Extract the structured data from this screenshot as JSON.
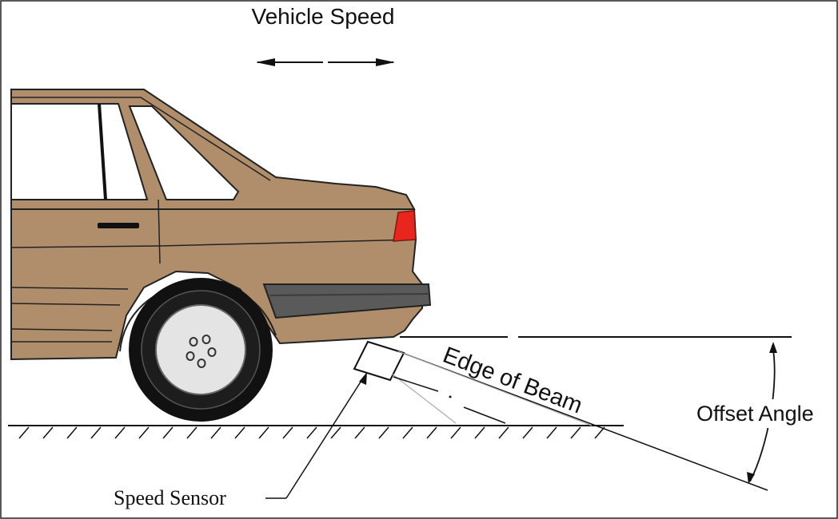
{
  "labels": {
    "vehicle_speed": "Vehicle Speed",
    "edge_of_beam": "Edge of Beam",
    "offset_angle": "Offset Angle",
    "speed_sensor": "Speed Sensor"
  },
  "colors": {
    "car_body": "#b08e6c",
    "tail_light": "#e8261d",
    "bumper": "#5a5a5a",
    "tire": "#111111",
    "hub": "#e4e4e4",
    "line": "#111111",
    "beam_line": "#aaaaaa"
  }
}
